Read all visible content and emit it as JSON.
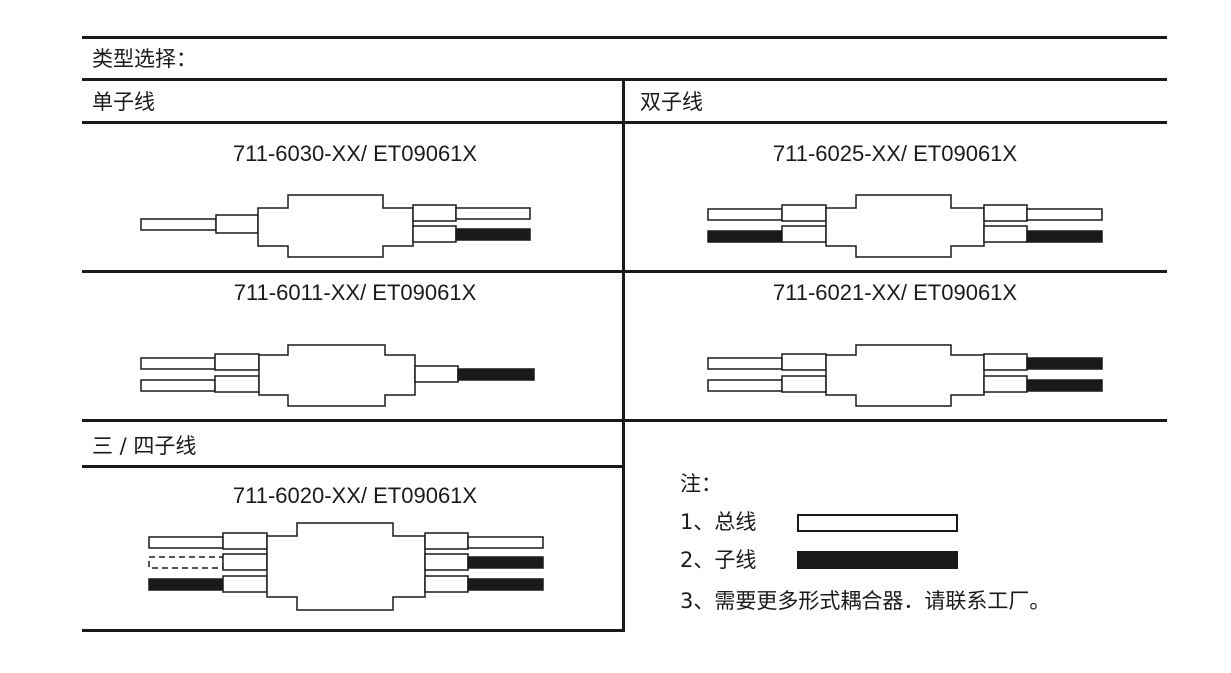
{
  "title": "类型选择：",
  "sections": {
    "single": "单子线",
    "double": "双子线",
    "multi": "三 / 四子线"
  },
  "diagrams": [
    {
      "model": "711-6030-XX/ ET09061X",
      "variant": "single-trunk-to-one-bus-one-drop"
    },
    {
      "model": "711-6025-XX/ ET09061X",
      "variant": "double-drops-both-sides"
    },
    {
      "model": "711-6011-XX/ ET09061X",
      "variant": "two-bus-one-drop"
    },
    {
      "model": "711-6021-XX/ ET09061X",
      "variant": "two-bus-two-drops"
    },
    {
      "model": "711-6020-XX/ ET09061X",
      "variant": "three-four-drops"
    }
  ],
  "notes": {
    "heading": "注：",
    "item1": "1、总线",
    "item2": "2、子线",
    "item3": "3、需要更多形式耦合器．请联系工厂。"
  },
  "colors": {
    "line": "#1a1a1a",
    "bus_fill": "#ffffff",
    "drop_fill": "#1a1a1a"
  }
}
